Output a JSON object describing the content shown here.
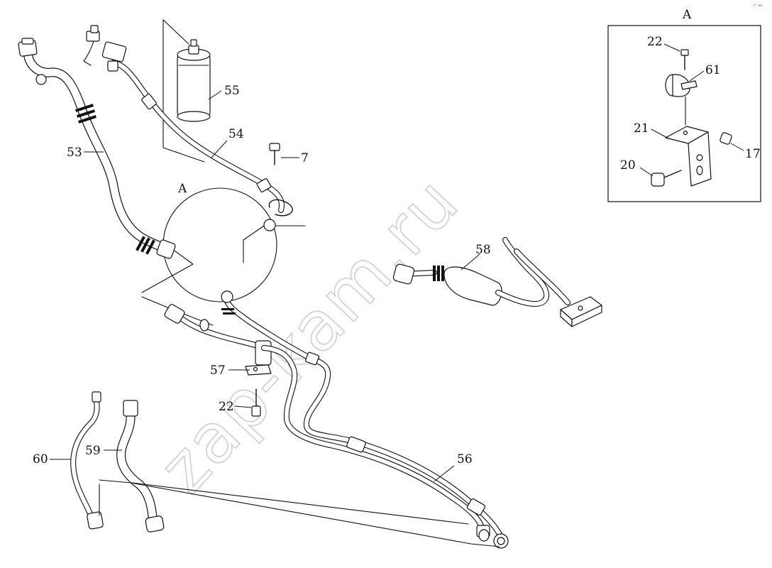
{
  "sheet_code": "г\" ее",
  "watermark": "zap-kam.ru",
  "views": {
    "main_detail_marker": "A",
    "inset_title": "A"
  },
  "callouts": [
    {
      "id": "53",
      "label": "53"
    },
    {
      "id": "54",
      "label": "54"
    },
    {
      "id": "55",
      "label": "55"
    },
    {
      "id": "7",
      "label": "7"
    },
    {
      "id": "58",
      "label": "58"
    },
    {
      "id": "57",
      "label": "57"
    },
    {
      "id": "22",
      "label": "22"
    },
    {
      "id": "56",
      "label": "56"
    },
    {
      "id": "60",
      "label": "60"
    },
    {
      "id": "59",
      "label": "59"
    }
  ],
  "inset_callouts": [
    {
      "id": "22",
      "label": "22"
    },
    {
      "id": "61",
      "label": "61"
    },
    {
      "id": "21",
      "label": "21"
    },
    {
      "id": "17",
      "label": "17"
    },
    {
      "id": "20",
      "label": "20"
    }
  ]
}
